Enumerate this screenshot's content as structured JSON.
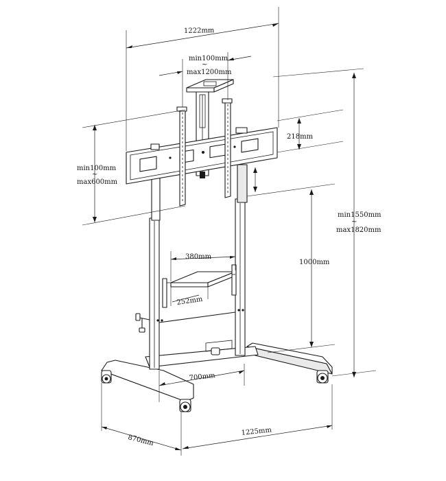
{
  "diagram": {
    "dimensions": {
      "overall_width": "1222mm",
      "vesa_h_min": "min100mm",
      "vesa_h_tilde": "~",
      "vesa_h_max": "max1200mm",
      "bracket_height": "218mm",
      "vesa_v_min": "min100mm",
      "vesa_v_tilde": "~",
      "vesa_v_max": "max600mm",
      "height_min": "min1550mm",
      "height_tilde": "~",
      "height_max": "max1820mm",
      "shelf_width": "380mm",
      "shelf_depth": "252mm",
      "shelf_range": "1000mm",
      "column_spacing": "700mm",
      "base_depth": "870mm",
      "base_width": "1225mm"
    }
  }
}
